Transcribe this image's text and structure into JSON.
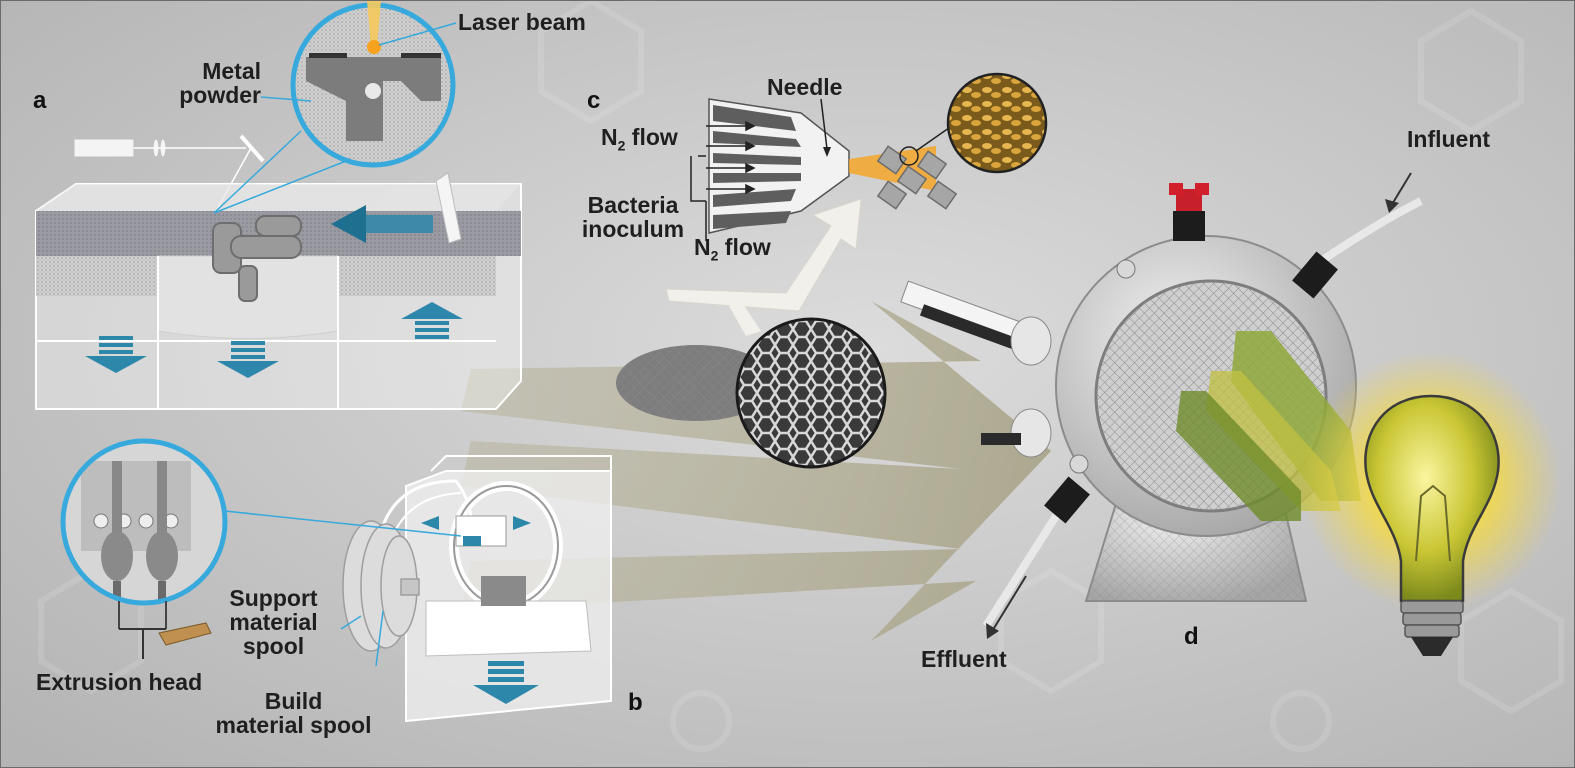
{
  "colors": {
    "background": "#c9c9c9",
    "flow_arrow": "#a9a58a",
    "accent_blue": "#2d87ab",
    "magnifier_ring": "#37a9dc",
    "laser": "#f6a21e",
    "bulb_glow": "#f2d64a"
  },
  "panel_labels": {
    "a": "a",
    "b": "b",
    "c": "c",
    "d": "d"
  },
  "labels": {
    "laser_beam": "Laser beam",
    "metal_powder_1": "Metal",
    "metal_powder_2": "powder",
    "needle": "Needle",
    "n2_flow_top": "N",
    "n2_flow_top_sub": "2",
    "n2_flow_top_rest": " flow",
    "bacteria_1": "Bacteria",
    "bacteria_2": "inoculum",
    "n2_flow_bottom": "N",
    "n2_flow_bottom_sub": "2",
    "n2_flow_bottom_rest": " flow",
    "influent": "Influent",
    "effluent": "Effluent",
    "support_1": "Support",
    "support_2": "material",
    "support_3": "spool",
    "build_1": "Build",
    "build_2": "material spool",
    "extrusion_head": "Extrusion head"
  },
  "icons": [
    "laser-beam-icon",
    "magnifier-icon",
    "arrow-down-icon",
    "arrow-up-icon",
    "arrow-left-icon",
    "light-bulb-icon",
    "bioreactor-icon",
    "needle-nozzle-icon"
  ]
}
